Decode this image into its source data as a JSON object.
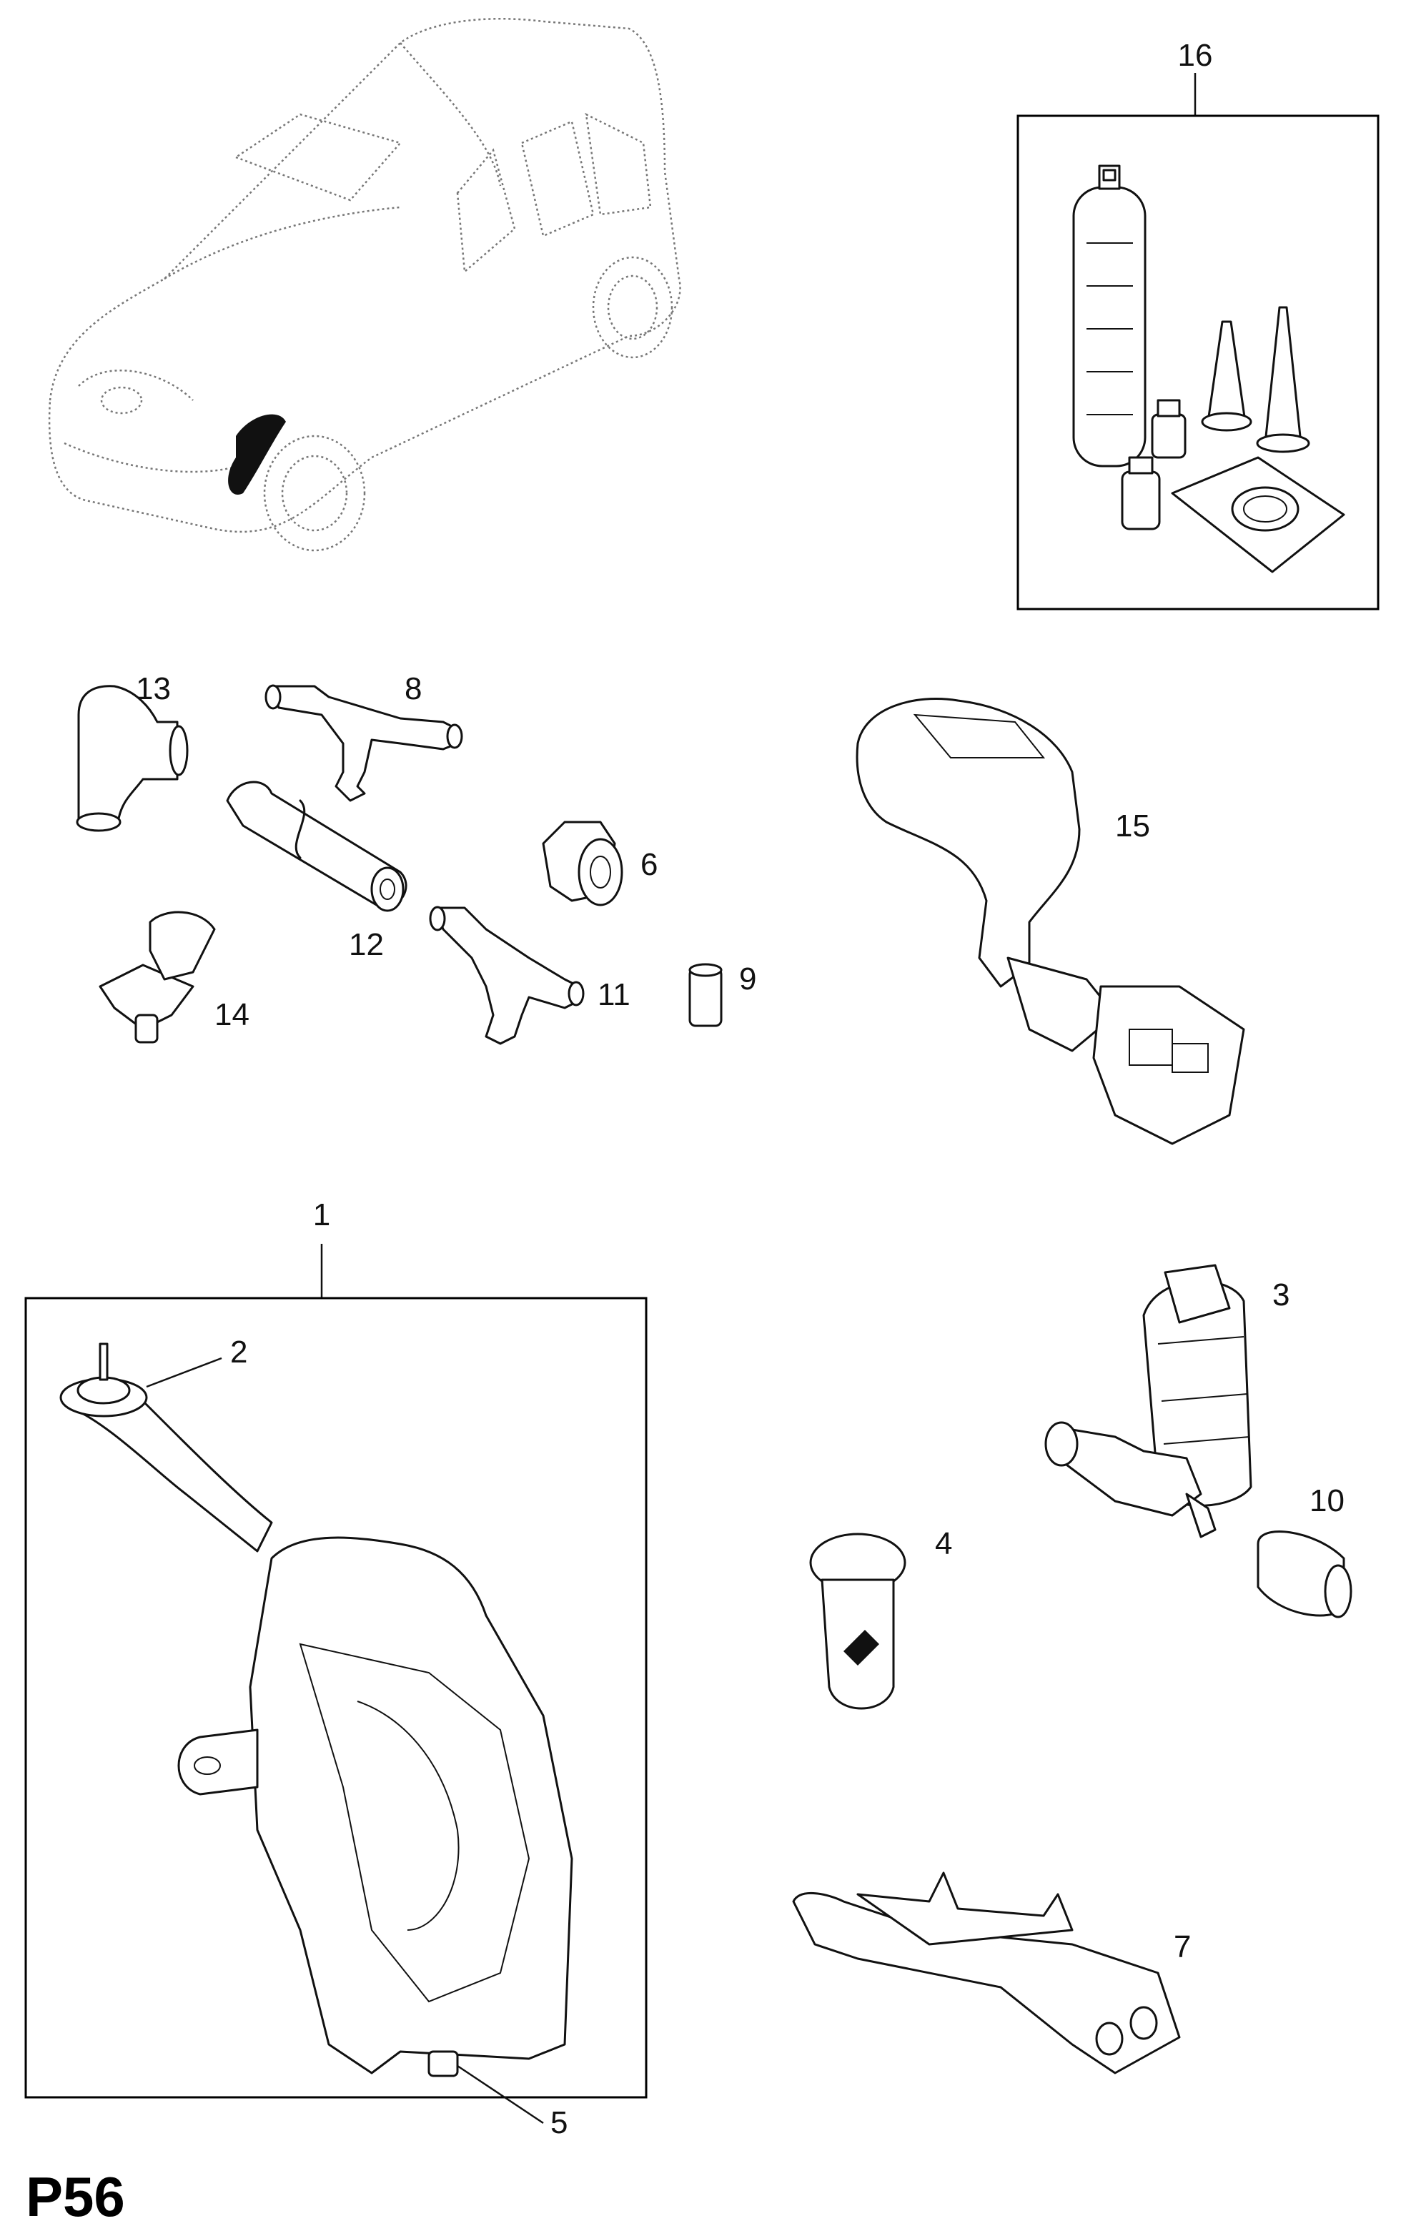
{
  "diagram": {
    "page_code": "P56",
    "callouts": {
      "c1": "1",
      "c2": "2",
      "c3": "3",
      "c4": "4",
      "c5": "5",
      "c6": "6",
      "c7": "7",
      "c8": "8",
      "c9": "9",
      "c10": "10",
      "c11": "11",
      "c12": "12",
      "c13": "13",
      "c14": "14",
      "c15": "15",
      "c16": "16"
    }
  }
}
